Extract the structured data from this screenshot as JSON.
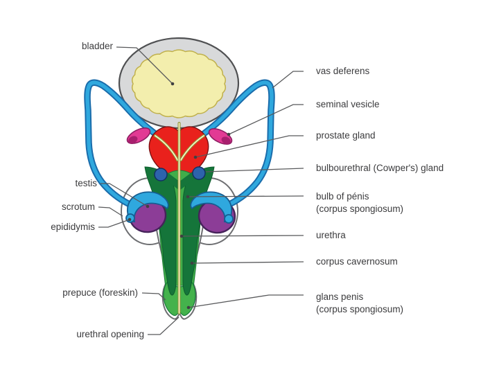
{
  "labels": {
    "left": [
      {
        "id": "bladder",
        "text": "bladder"
      },
      {
        "id": "testis",
        "text": "testis"
      },
      {
        "id": "scrotum",
        "text": "scrotum"
      },
      {
        "id": "epididymis",
        "text": "epididymis"
      },
      {
        "id": "prepuce",
        "text": "prepuce (foreskin)"
      },
      {
        "id": "urethral-opening",
        "text": "urethral opening"
      }
    ],
    "right": [
      {
        "id": "vas-deferens",
        "line1": "vas deferens",
        "line2": ""
      },
      {
        "id": "seminal-vesicle",
        "line1": "seminal vesicle",
        "line2": ""
      },
      {
        "id": "prostate-gland",
        "line1": "prostate gland",
        "line2": ""
      },
      {
        "id": "bulbourethral",
        "line1": "bulbourethral (Cowper's) gland",
        "line2": ""
      },
      {
        "id": "bulb-of-penis",
        "line1": "bulb of pénis",
        "line2": "(corpus spongiosum)"
      },
      {
        "id": "urethra",
        "line1": "urethra",
        "line2": ""
      },
      {
        "id": "corpus-cavernosum",
        "line1": "corpus cavernosum",
        "line2": ""
      },
      {
        "id": "glans-penis",
        "line1": "glans penis",
        "line2": "(corpus spongiosum)"
      }
    ]
  },
  "colors": {
    "background": "#ffffff",
    "label_text": "#3b3b3d",
    "leader_line": "#58595b",
    "outline_gray": "#6d6e71",
    "bladder_wall": "#d8d9da",
    "bladder_lumen": "#f3eead",
    "vas_deferens_blue": "#2fa8de",
    "vas_deferens_outline": "#1a6cab",
    "seminal_vesicle_pink": "#e23a94",
    "seminal_vesicle_dark": "#a81f6e",
    "prostate_red": "#e9211c",
    "cowpers_blue": "#2d63ac",
    "cavernosum_dark_green": "#15753a",
    "spongiosum_green": "#41ad4a",
    "glans_green": "#44b24c",
    "testis_purple": "#8c3d97",
    "urethra_cream": "#f7f1c4",
    "urethra_olive": "#8f9336"
  }
}
